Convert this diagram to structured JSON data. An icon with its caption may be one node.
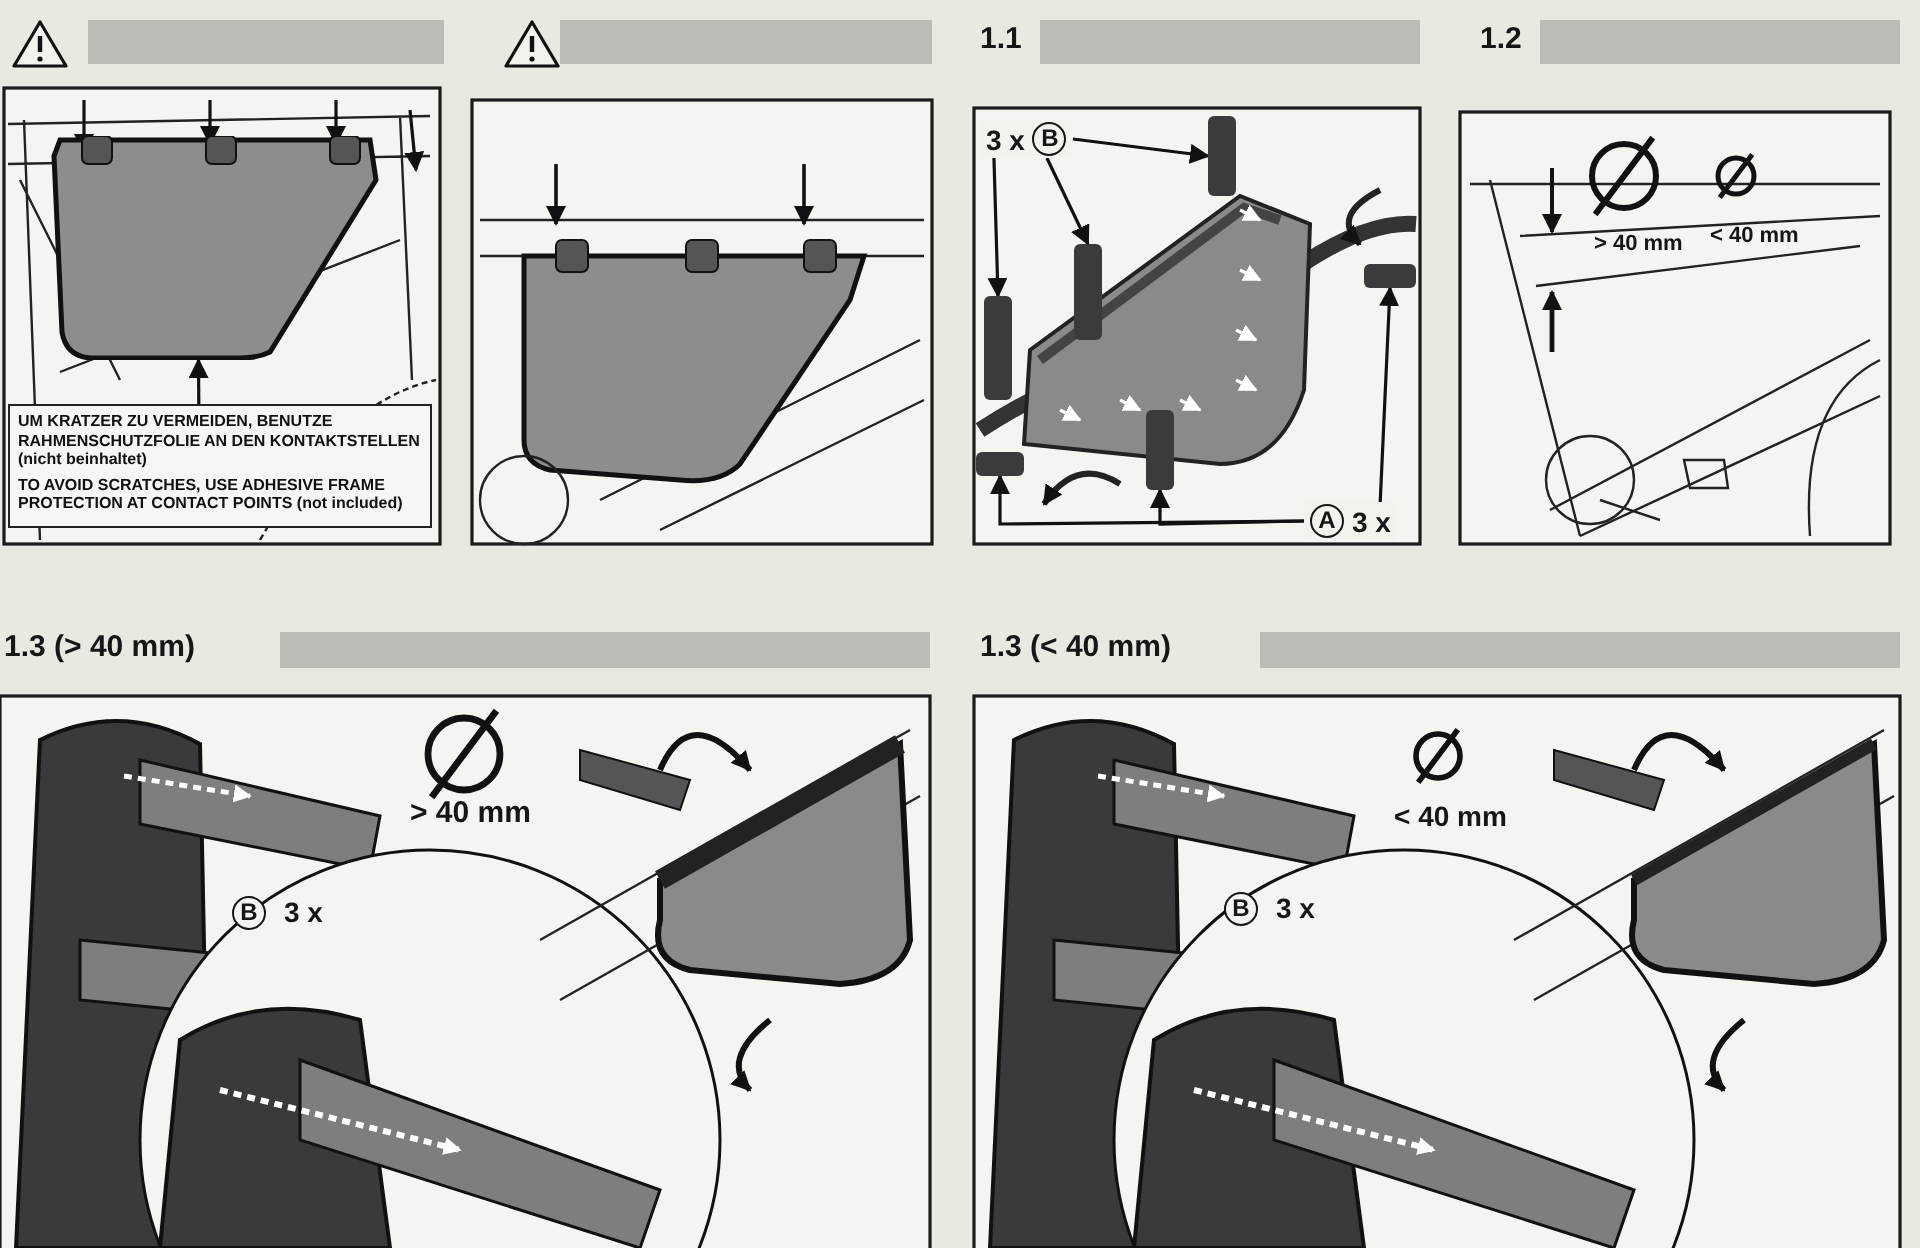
{
  "diagram": {
    "nodes": [
      {
        "text": [
          "3 x",
          "B"
        ]
      },
      {
        "text": [],
        "shape": "bar"
      },
      {
        "text": [],
        "shape": "bar"
      },
      {
        "text": [],
        "shape": "bar"
      },
      {
        "text": [
          "A",
          "3 x"
        ]
      },
      {
        "text": [],
        "shape": "bar"
      },
      {
        "text": [],
        "shape": "bar"
      },
      {
        "text": [],
        "shape": "bar"
      },
      {
        "text": [
          "UM KRATZER ZU VERMEIDEN, BENUTZE RAHMENSCHUTZFOLIE AN DEN KONTAKTSTELLEN (nicht beinhaltet)",
          "TO AVOID SCRATCHES, USE ADHESIVE FRAME PROTECTION AT CONTACT POINTS (not included)"
        ]
      },
      {
        "text": [],
        "shape": "picture"
      }
    ],
    "edges": [
      {
        "from": 0,
        "to": 1,
        "arrow": "to"
      },
      {
        "from": 0,
        "to": 2,
        "arrow": "to"
      },
      {
        "from": 0,
        "to": 3,
        "arrow": "to"
      },
      {
        "from": 4,
        "to": 5,
        "arrow": "to"
      },
      {
        "from": 4,
        "to": 6,
        "arrow": "to"
      },
      {
        "from": 4,
        "to": 7,
        "arrow": "to"
      },
      {
        "from": 8,
        "to": 9,
        "arrow": "to"
      }
    ],
    "labels": [
      "1.1",
      "1.2",
      "> 40 mm",
      "< 40 mm",
      "1.3 (> 40 mm)",
      "> 40 mm",
      "B",
      "3 x",
      "1.3 (< 40 mm)",
      "< 40 mm",
      "B",
      "3 x"
    ]
  }
}
